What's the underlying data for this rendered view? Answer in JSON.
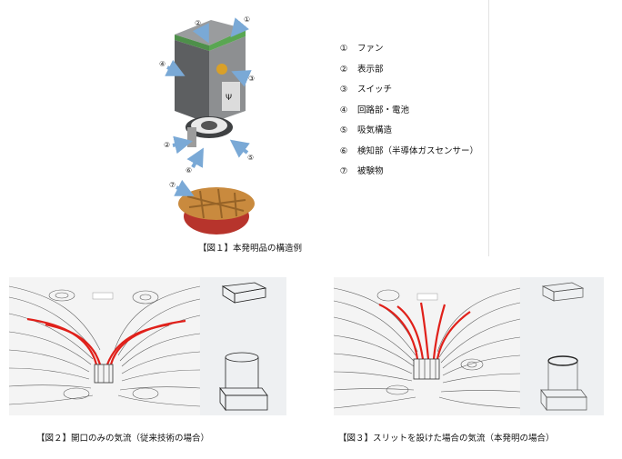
{
  "legend": [
    {
      "num": "①",
      "label": "ファン"
    },
    {
      "num": "②",
      "label": "表示部"
    },
    {
      "num": "③",
      "label": "スイッチ"
    },
    {
      "num": "④",
      "label": "回路部・電池"
    },
    {
      "num": "⑤",
      "label": "吸気構造"
    },
    {
      "num": "⑥",
      "label": "検知部（半導体ガスセンサー）"
    },
    {
      "num": "⑦",
      "label": "被験物"
    }
  ],
  "callouts": {
    "c1": "①",
    "c2": "②",
    "c3": "③",
    "c4": "④",
    "c2b": "②",
    "c5": "⑤",
    "c6": "⑥",
    "c7": "⑦"
  },
  "captions": {
    "fig1": "【図１】本発明品の構造例",
    "fig2": "【図２】開口のみの気流（従来技術の場合）",
    "fig3": "【図３】スリットを設けた場合の気流（本発明の場合）"
  },
  "colors": {
    "arrow": "#7aa9d6",
    "streamline": "#2b2b2b",
    "flow_highlight": "#e0201a",
    "device_body": "#5c5e60"
  }
}
